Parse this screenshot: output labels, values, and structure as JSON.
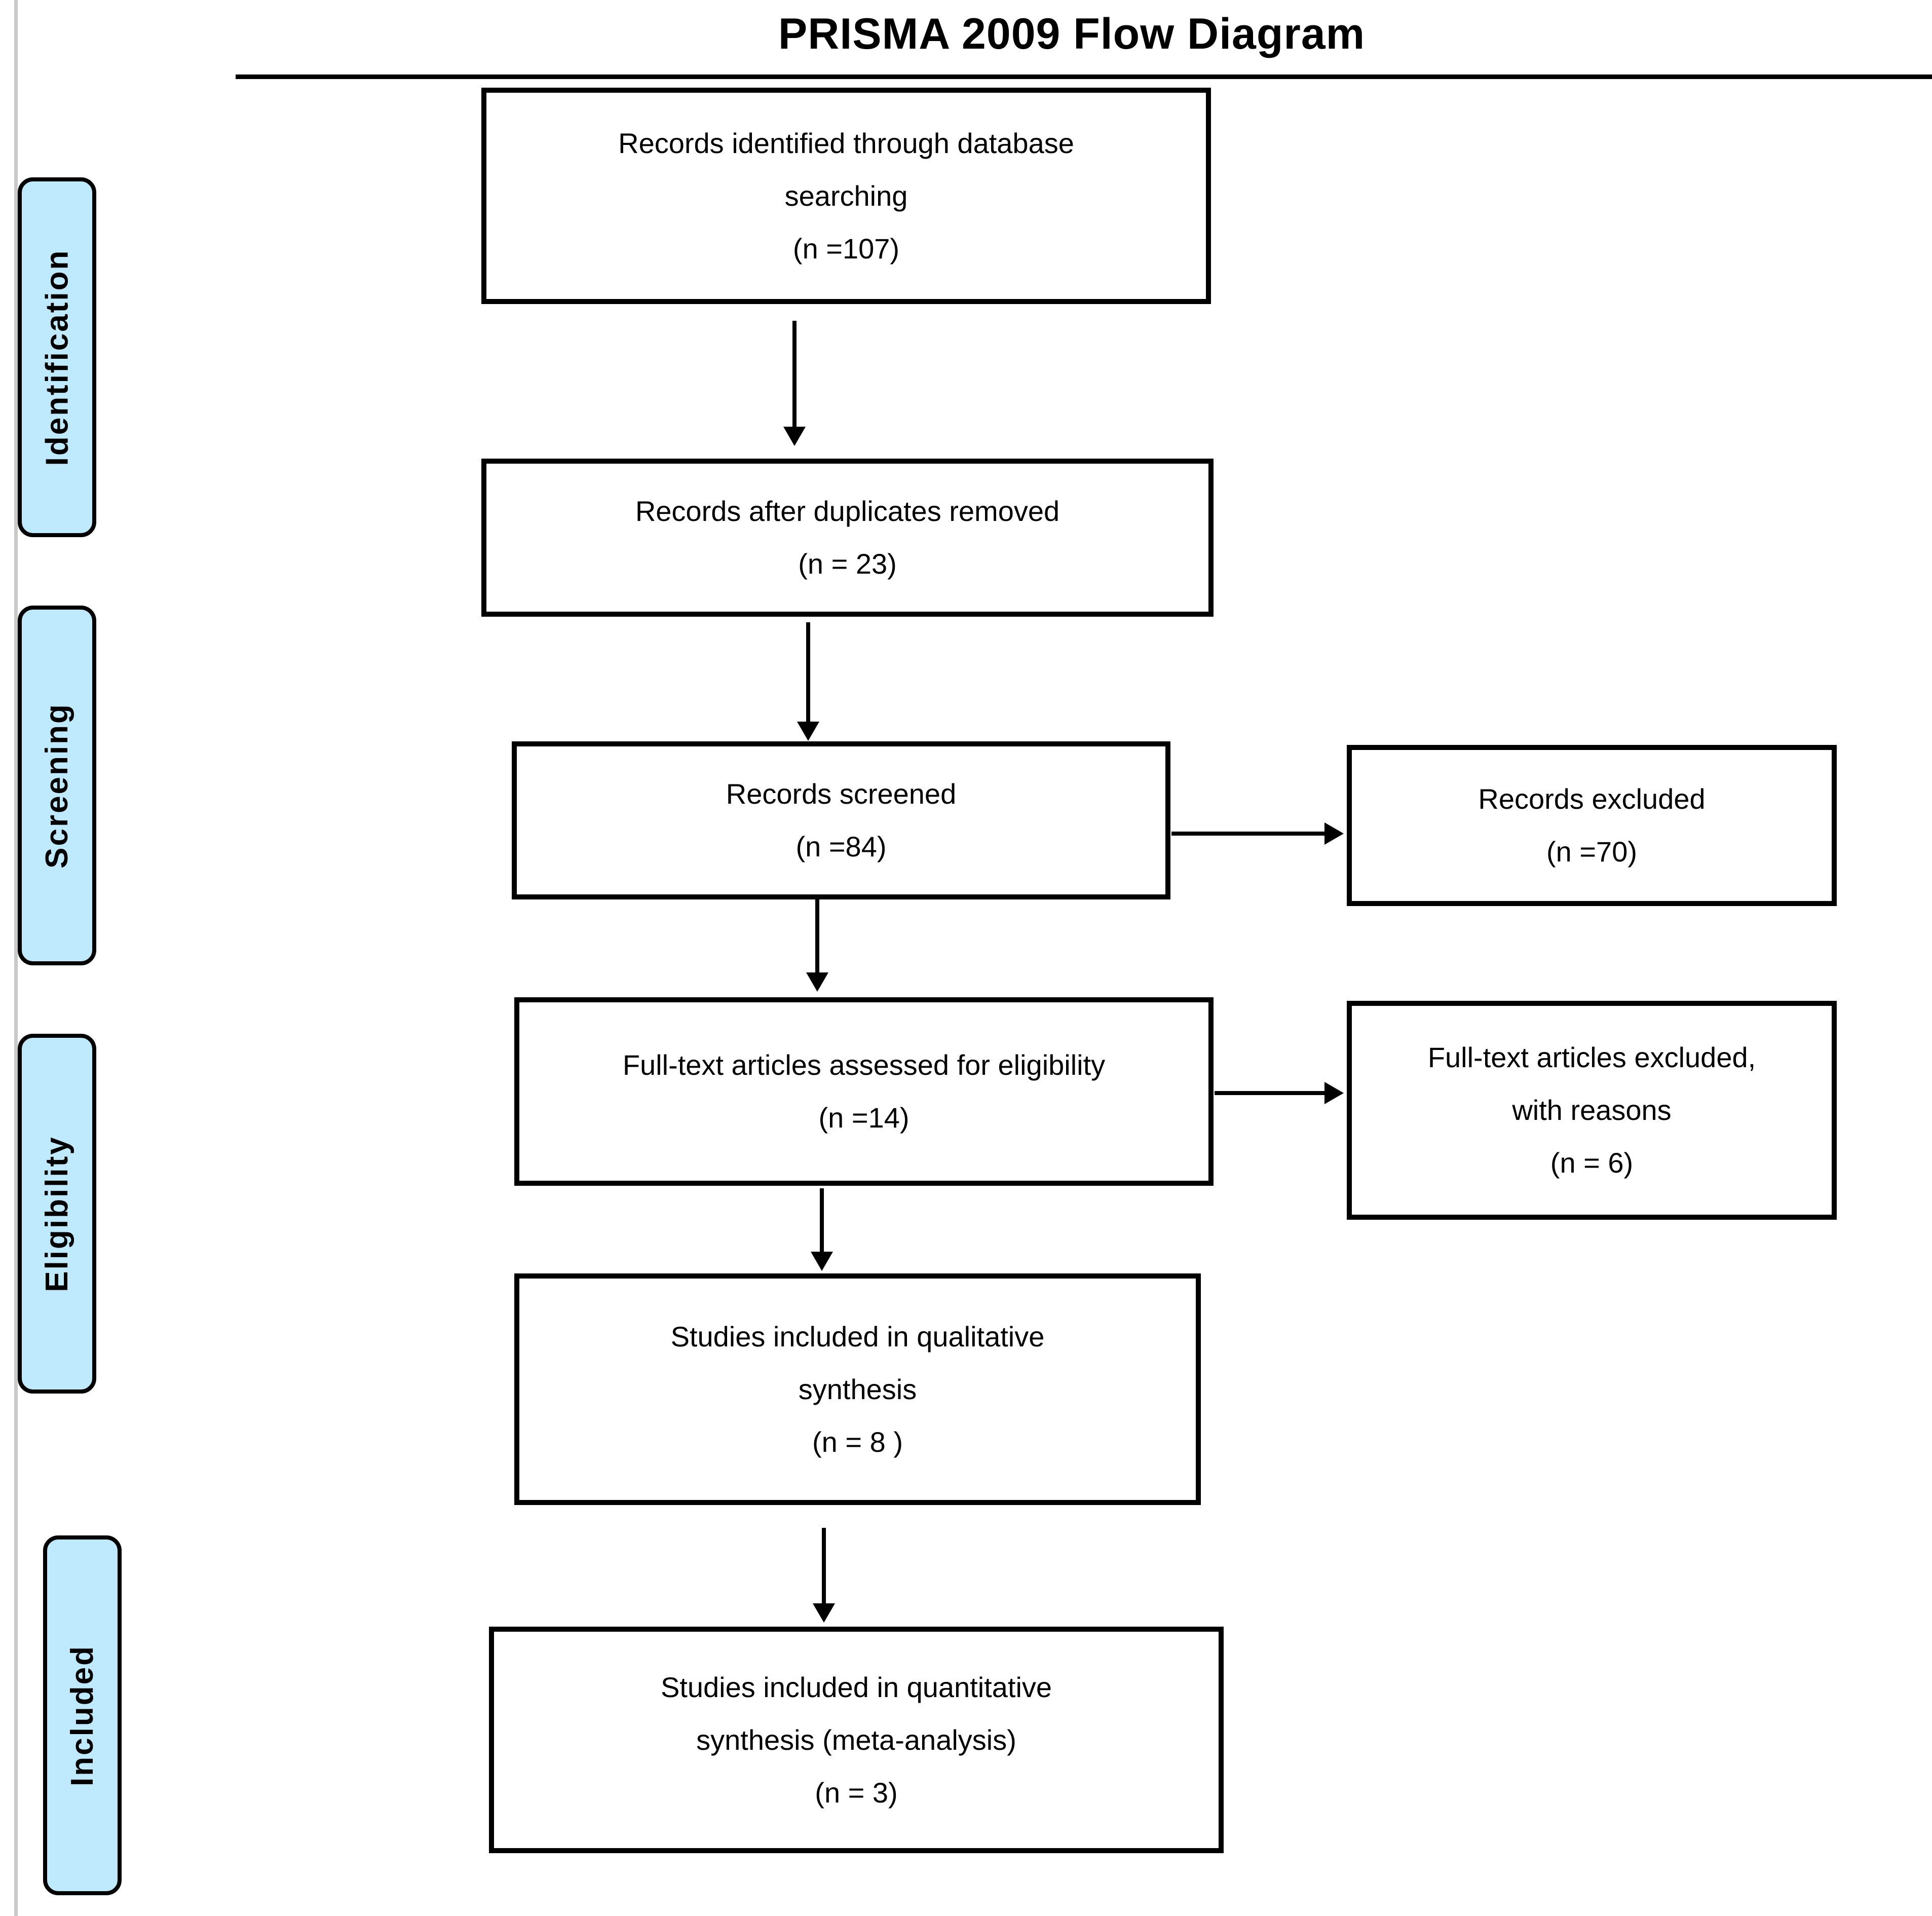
{
  "title": "PRISMA 2009 Flow Diagram",
  "colors": {
    "stage_fill": "#bfe9fc",
    "box_border": "#000000",
    "arrow": "#000000",
    "rail": "#c9c9c9",
    "background": "#ffffff"
  },
  "stages": [
    {
      "label": "Identification"
    },
    {
      "label": "Screening"
    },
    {
      "label": "Eligibility"
    },
    {
      "label": "Included"
    }
  ],
  "boxes": {
    "identified": {
      "lines": [
        "Records identified through database",
        "searching",
        "(n =107)"
      ]
    },
    "deduplicated": {
      "lines": [
        "Records after duplicates removed",
        "(n = 23)"
      ]
    },
    "screened": {
      "lines": [
        "Records screened",
        "(n =84)"
      ]
    },
    "excluded": {
      "lines": [
        "Records excluded",
        "(n =70)"
      ]
    },
    "fulltext": {
      "lines": [
        "Full-text articles assessed for eligibility",
        "(n =14)"
      ]
    },
    "fulltext_excluded": {
      "lines": [
        "Full-text articles excluded,",
        "with reasons",
        "(n = 6)"
      ]
    },
    "qualitative": {
      "lines": [
        "Studies included in qualitative",
        "synthesis",
        "(n = 8 )"
      ]
    },
    "quantitative": {
      "lines": [
        "Studies included in quantitative",
        "synthesis (meta-analysis)",
        "(n = 3)"
      ]
    }
  }
}
